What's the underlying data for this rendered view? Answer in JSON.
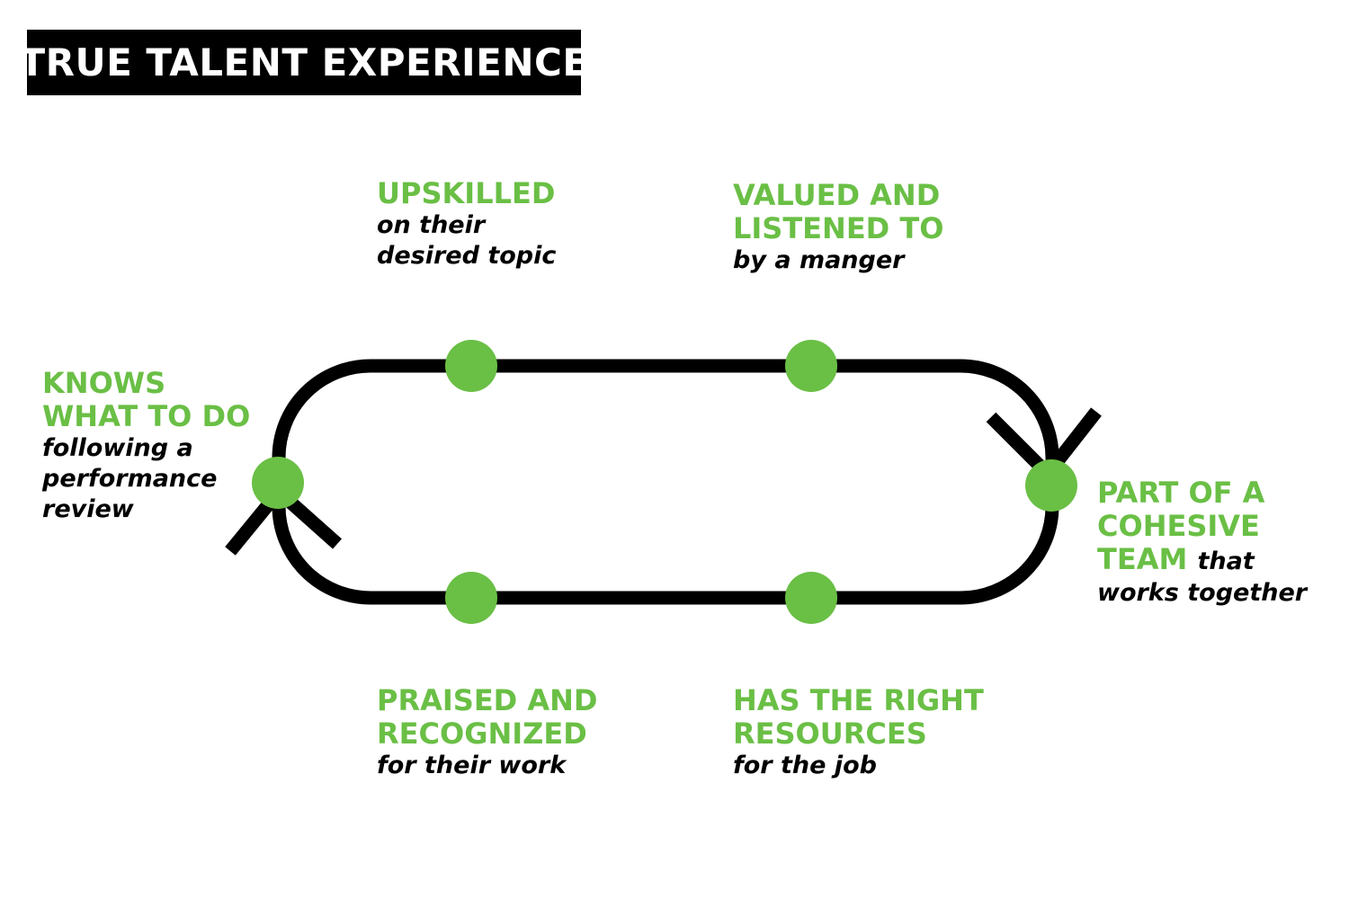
{
  "title": "TRUE TALENT EXPERIENCE",
  "colors": {
    "accent": "#6abf45",
    "loop": "#000000",
    "title_bg": "#000000",
    "title_text": "#ffffff"
  },
  "nodes": {
    "knows": {
      "heading": [
        "KNOWS",
        "WHAT TO DO"
      ],
      "sub": [
        "following a",
        "performance",
        "review"
      ]
    },
    "upskilled": {
      "heading": [
        "UPSKILLED"
      ],
      "sub": [
        "on their",
        "desired topic"
      ]
    },
    "valued": {
      "heading": [
        "VALUED AND",
        "LISTENED TO"
      ],
      "sub": [
        "by a manger"
      ]
    },
    "part": {
      "heading": [
        "PART OF A",
        "COHESIVE",
        "TEAM"
      ],
      "inline_sub": "that",
      "sub": [
        "works together"
      ]
    },
    "resources": {
      "heading": [
        "HAS THE RIGHT",
        "RESOURCES"
      ],
      "sub": [
        "for the job"
      ]
    },
    "praised": {
      "heading": [
        "PRAISED AND",
        "RECOGNIZED"
      ],
      "sub": [
        "for their work"
      ]
    }
  }
}
